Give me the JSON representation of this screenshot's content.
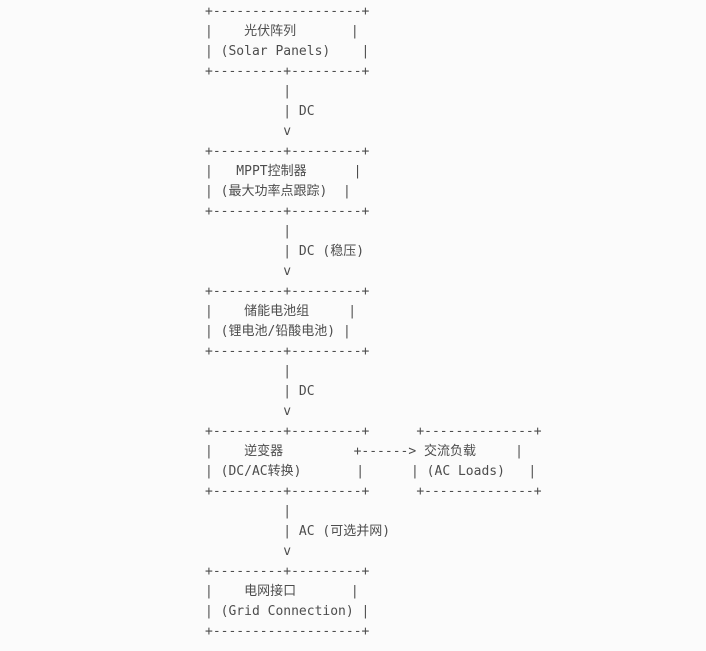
{
  "diagram": {
    "background_color": "#fbfbfb",
    "text_color": "#4d4d4d",
    "nodes": [
      {
        "id": "pv",
        "title": "光伏阵列",
        "subtitle": "(Solar Panels)"
      },
      {
        "id": "mppt",
        "title": "MPPT控制器",
        "subtitle": "(最大功率点跟踪)"
      },
      {
        "id": "battery",
        "title": "储能电池组",
        "subtitle": "(锂电池/铅酸电池)"
      },
      {
        "id": "inverter",
        "title": "逆变器",
        "subtitle": "(DC/AC转换)"
      },
      {
        "id": "ac_loads",
        "title": "交流负载",
        "subtitle": "(AC Loads)"
      },
      {
        "id": "grid",
        "title": "电网接口",
        "subtitle": "(Grid Connection)"
      }
    ],
    "edges": [
      {
        "from": "pv",
        "to": "mppt",
        "label": "DC"
      },
      {
        "from": "mppt",
        "to": "battery",
        "label": "DC (稳压)"
      },
      {
        "from": "battery",
        "to": "inverter",
        "label": "DC"
      },
      {
        "from": "inverter",
        "to": "ac_loads",
        "label": ""
      },
      {
        "from": "inverter",
        "to": "grid",
        "label": "AC (可选并网)"
      }
    ],
    "ascii_lines": [
      "+-------------------+",
      "|    光伏阵列       |",
      "| (Solar Panels)    |",
      "+---------+---------+",
      "          |",
      "          | DC",
      "          v",
      "+---------+---------+",
      "|   MPPT控制器      |",
      "| (最大功率点跟踪)  |",
      "+---------+---------+",
      "          |",
      "          | DC (稳压)",
      "          v",
      "+---------+---------+",
      "|    储能电池组     |",
      "| (锂电池/铅酸电池) |",
      "+---------+---------+",
      "          |",
      "          | DC",
      "          v",
      "+---------+---------+      +--------------+",
      "|    逆变器         +------> 交流负载     |",
      "| (DC/AC转换)       |      | (AC Loads)   |",
      "+---------+---------+      +--------------+",
      "          |",
      "          | AC (可选并网)",
      "          v",
      "+---------+---------+",
      "|    电网接口       |",
      "| (Grid Connection) |",
      "+-------------------+"
    ]
  }
}
